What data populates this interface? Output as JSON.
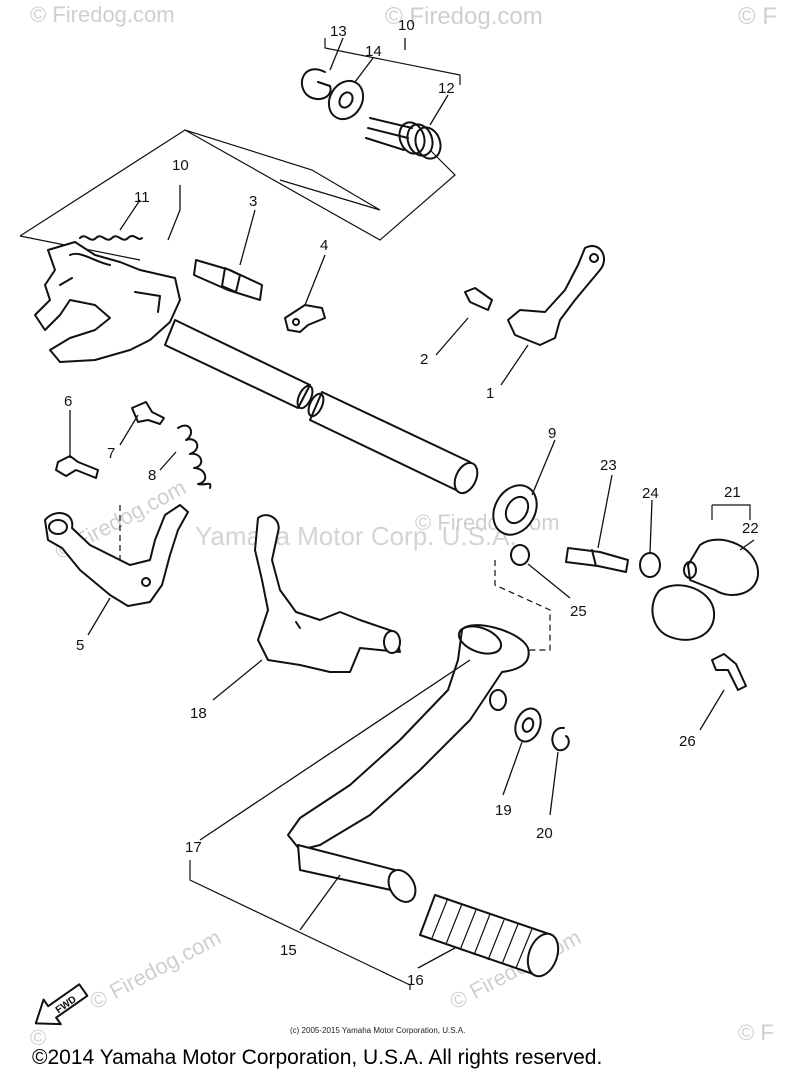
{
  "watermarks": {
    "top_left": "© Firedog.com",
    "top_center": "© Firedog.com",
    "top_right": "© F",
    "mid_left": "© Firedog.com",
    "center": "Yamaha Motor Corp. U.S.A.",
    "center_brand": "© Firedog.com",
    "bottom_left": "© Firedog.com",
    "bottom_right": "© Firedog.com",
    "bottom_far_left": "©",
    "bottom_far_right": "© F"
  },
  "fwd_label": "FWD",
  "part_labels": {
    "p1": "1",
    "p2": "2",
    "p3": "3",
    "p4": "4",
    "p5": "5",
    "p6": "6",
    "p7": "7",
    "p8": "8",
    "p9": "9",
    "p10a": "10",
    "p10b": "10",
    "p11": "11",
    "p12": "12",
    "p13": "13",
    "p14": "14",
    "p15": "15",
    "p16": "16",
    "p17": "17",
    "p18": "18",
    "p19": "19",
    "p20": "20",
    "p21": "21",
    "p22": "22",
    "p23": "23",
    "p24": "24",
    "p25": "25",
    "p26": "26"
  },
  "small_copyright": "(c) 2005-2015 Yamaha Motor Corporation, U.S.A.",
  "copyright": "©2014 Yamaha Motor Corporation, U.S.A. All rights reserved."
}
